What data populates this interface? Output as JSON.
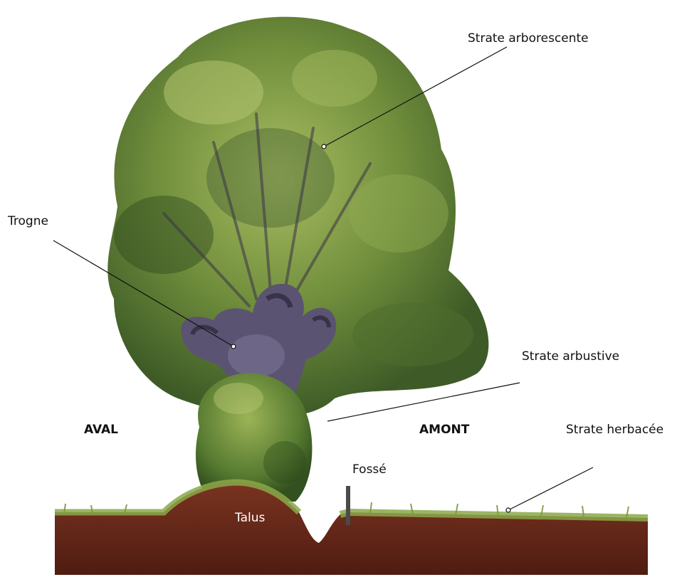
{
  "labels": {
    "strate_arborescente": "Strate arborescente",
    "trogne": "Trogne",
    "strate_arbustive": "Strate arbustive",
    "aval": "AVAL",
    "amont": "AMONT",
    "fosse": "Fossé",
    "strate_herbacee": "Strate herbacée",
    "talus": "Talus"
  },
  "colors": {
    "soil": "#6b2a1a",
    "soil_dark": "#4a1a10",
    "foliage_light": "#9fb45a",
    "foliage_mid": "#6e8c3a",
    "foliage_dark": "#3d5a26",
    "trunk": "#3c3550",
    "grass": "#8aa84a"
  }
}
